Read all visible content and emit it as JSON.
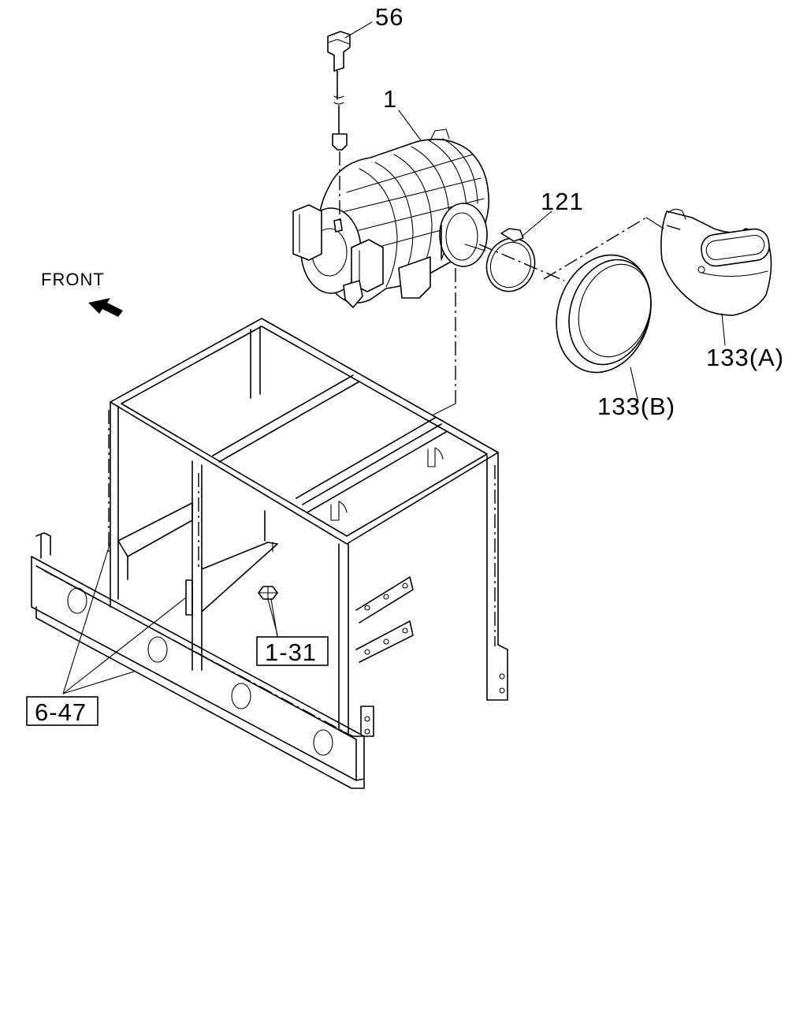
{
  "diagram": {
    "orientation_label": "FRONT",
    "callouts": [
      {
        "id": "56",
        "text": "56",
        "boxed": false
      },
      {
        "id": "1",
        "text": "1",
        "boxed": false
      },
      {
        "id": "121",
        "text": "121",
        "boxed": false
      },
      {
        "id": "133A",
        "text": "133(A)",
        "boxed": false
      },
      {
        "id": "133B",
        "text": "133(B)",
        "boxed": false
      },
      {
        "id": "1-31",
        "text": "1-31",
        "boxed": true
      },
      {
        "id": "6-47",
        "text": "6-47",
        "boxed": true
      }
    ],
    "parts": [
      {
        "name": "sensor-connector",
        "icon": "connector-icon"
      },
      {
        "name": "air-cleaner-assembly",
        "icon": "canister-icon"
      },
      {
        "name": "hose-clamp",
        "icon": "clamp-icon"
      },
      {
        "name": "intake-duct-a",
        "icon": "duct-icon"
      },
      {
        "name": "intake-cap-b",
        "icon": "cap-icon"
      },
      {
        "name": "mounting-frame",
        "icon": "frame-icon"
      },
      {
        "name": "flange-nut",
        "icon": "nut-icon"
      }
    ]
  }
}
